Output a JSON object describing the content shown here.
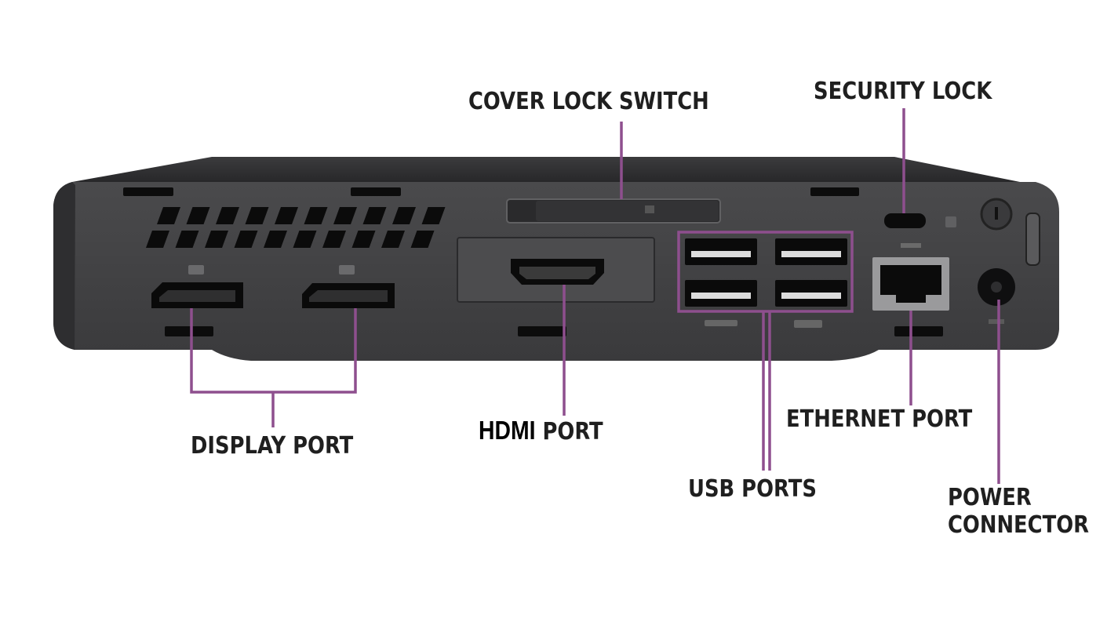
{
  "labels": {
    "cover_lock_switch": "COVER LOCK SWITCH",
    "security_lock": "SECURITY LOCK",
    "display_port": "DISPLAY PORT",
    "hdmi_bold": "HDMI",
    "hdmi_rest": " PORT",
    "usb_ports": "USB PORTS",
    "ethernet_port": "ETHERNET PORT",
    "power_line1": "POWER",
    "power_line2": "CONNECTOR"
  },
  "colors": {
    "callout": "#8e4f8e",
    "chassis": "#3f3f41",
    "chassis_top": "#2b2b2d",
    "port": "#0d0d0d",
    "label": "#1f1f1f"
  }
}
